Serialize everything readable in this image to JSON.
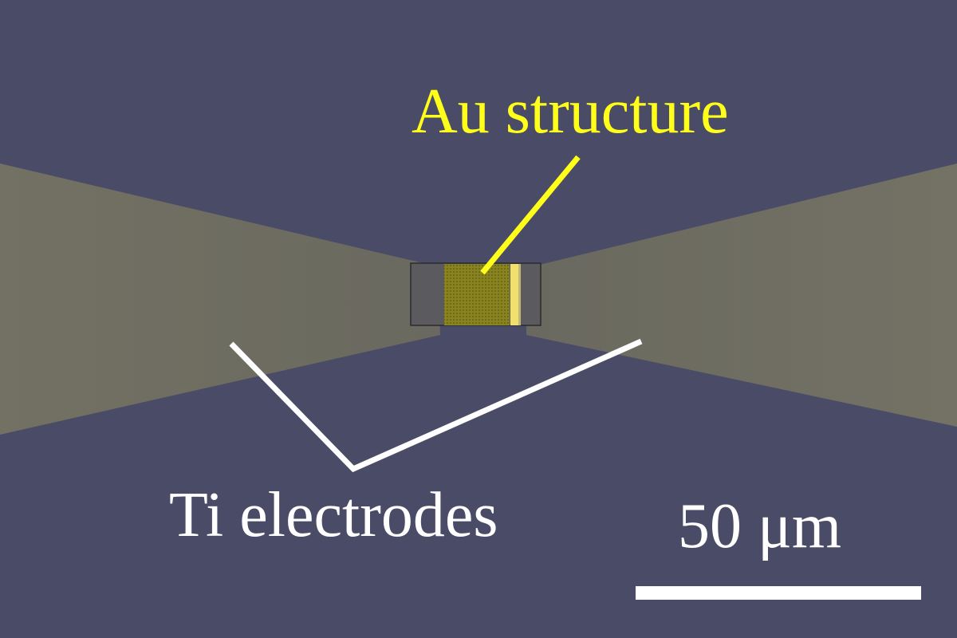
{
  "labels": {
    "au_structure": "Au structure",
    "ti_electrodes": "Ti electrodes",
    "scale_bar": "50 μm"
  },
  "colors": {
    "substrate": "#4a4b66",
    "electrode": "#6f6d62",
    "au_label": "#ffff1a",
    "ti_label": "#ffffff",
    "scale_label": "#ffffff"
  }
}
